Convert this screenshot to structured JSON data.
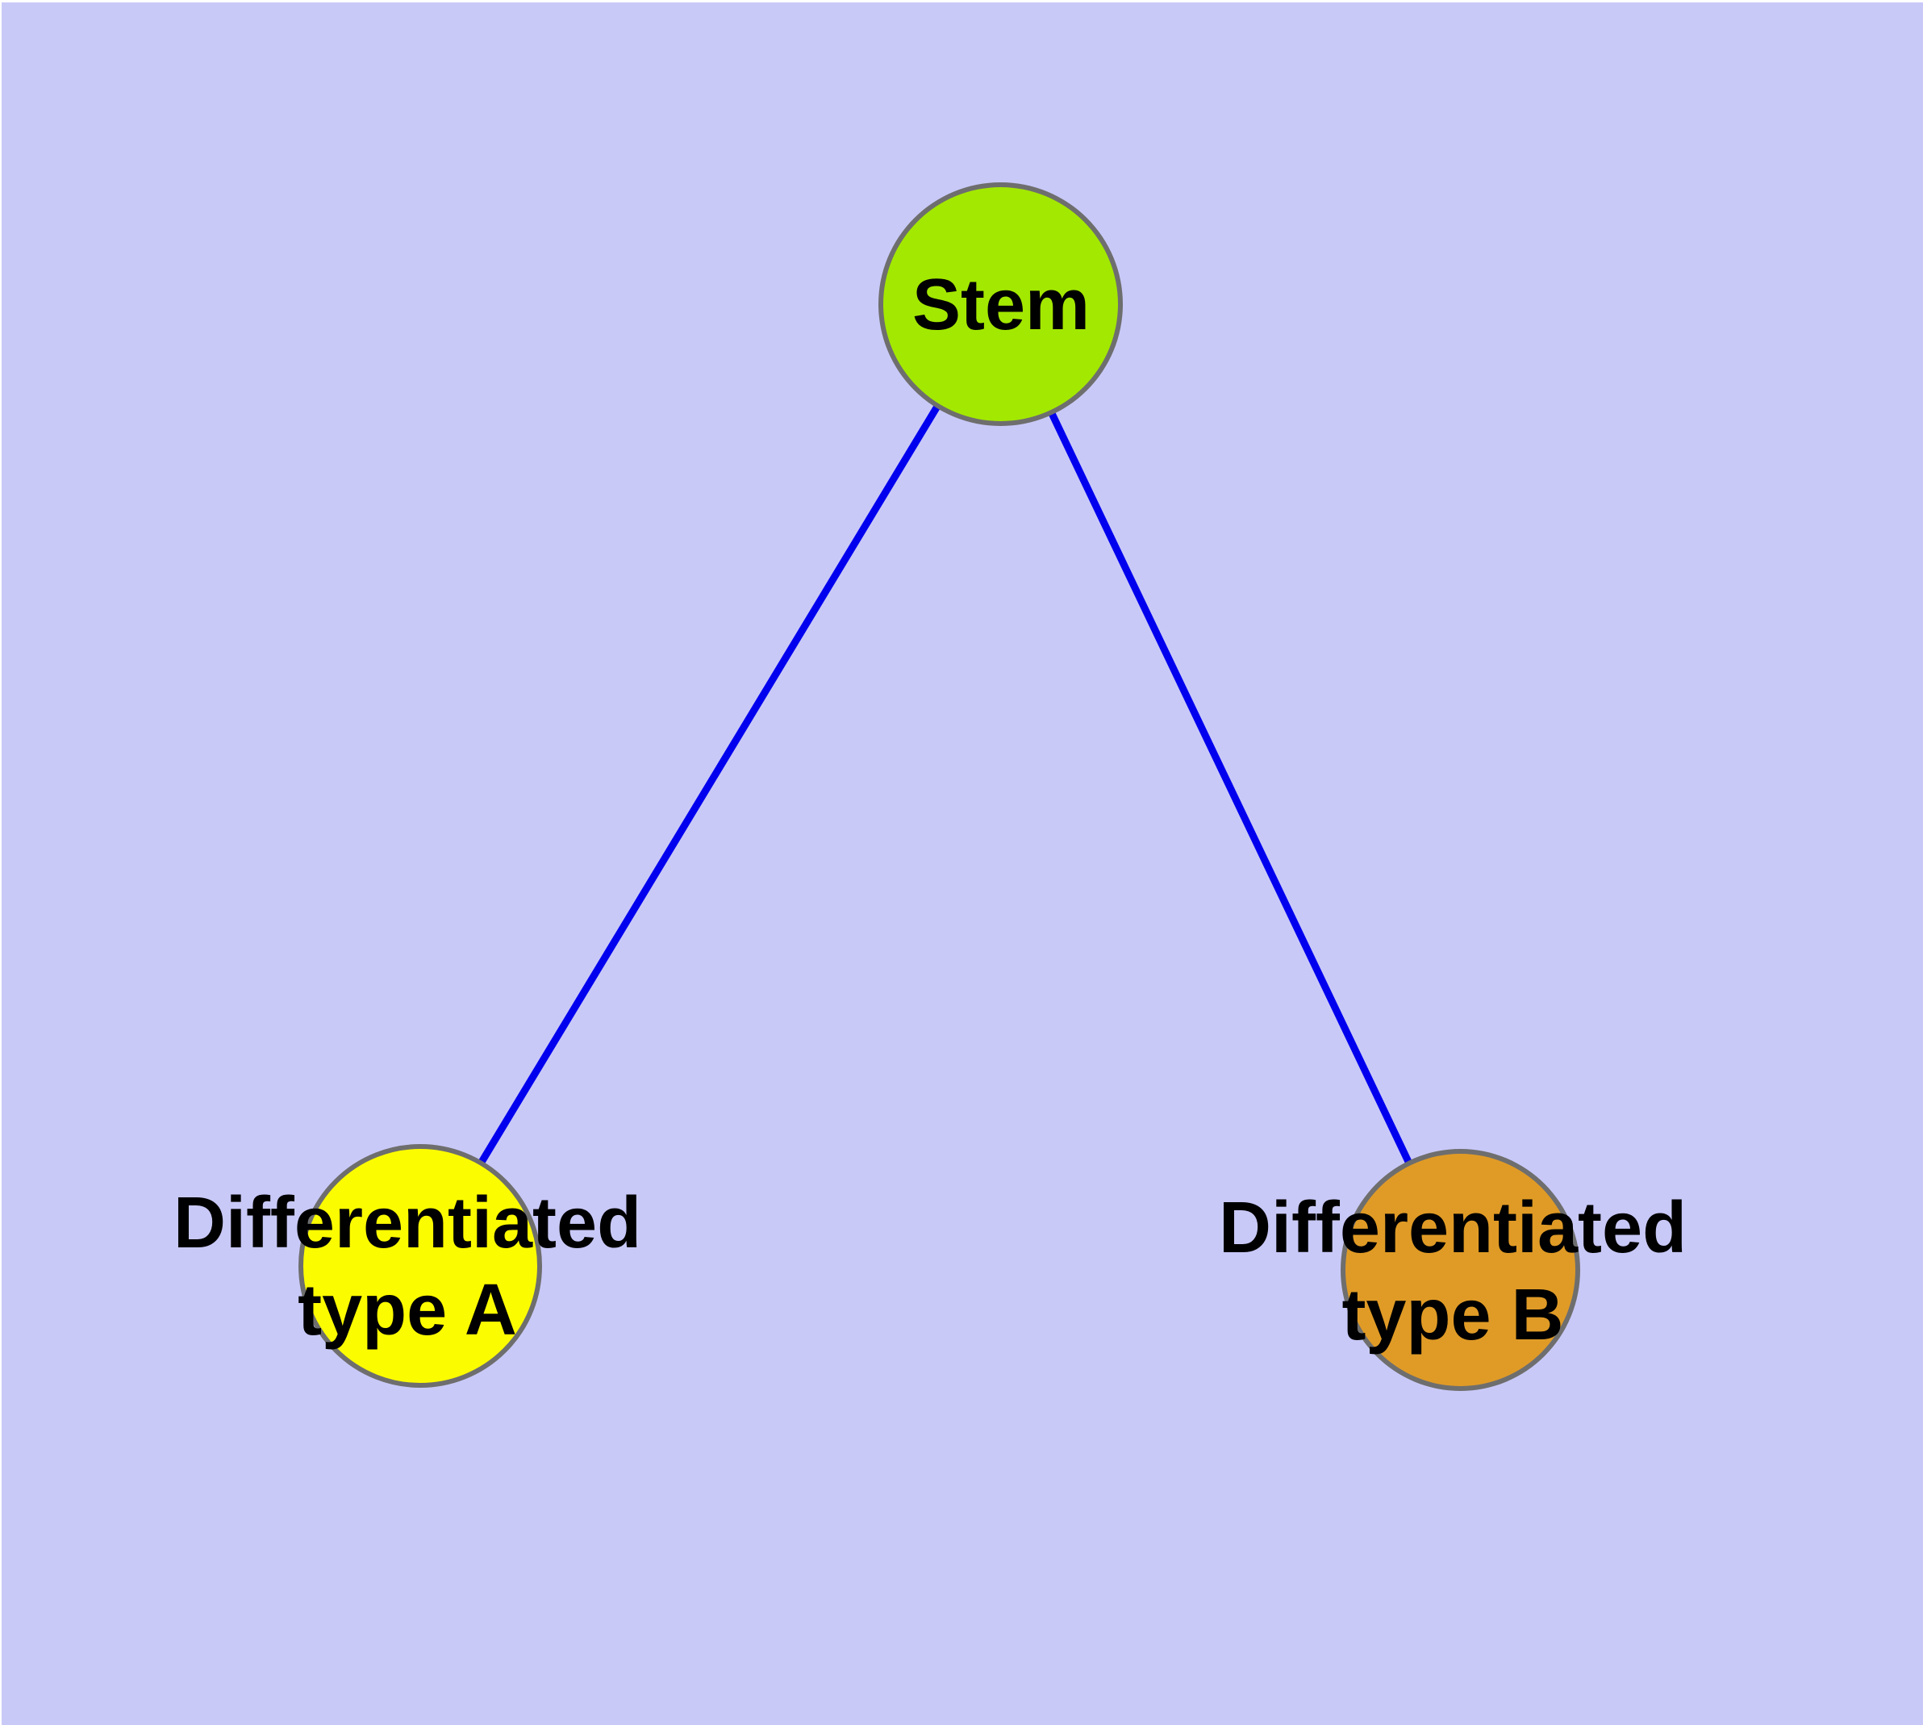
{
  "diagram": {
    "type": "node-link-graph",
    "background_color": "#c9c9f8",
    "edge_color": "#0000ee",
    "node_border_color": "#6e6e6e",
    "label_color": "#000000",
    "nodes": {
      "stem": {
        "label": "Stem",
        "fill": "#a3e800"
      },
      "type_a": {
        "line1": "Differentiated",
        "line2": "type A",
        "fill": "#fcfc00"
      },
      "type_b": {
        "line1": "Differentiated",
        "line2": "type B",
        "fill": "#e09b26"
      }
    },
    "edges": [
      {
        "from": "Stem",
        "to": "Differentiated type A"
      },
      {
        "from": "Stem",
        "to": "Differentiated type B"
      }
    ]
  }
}
